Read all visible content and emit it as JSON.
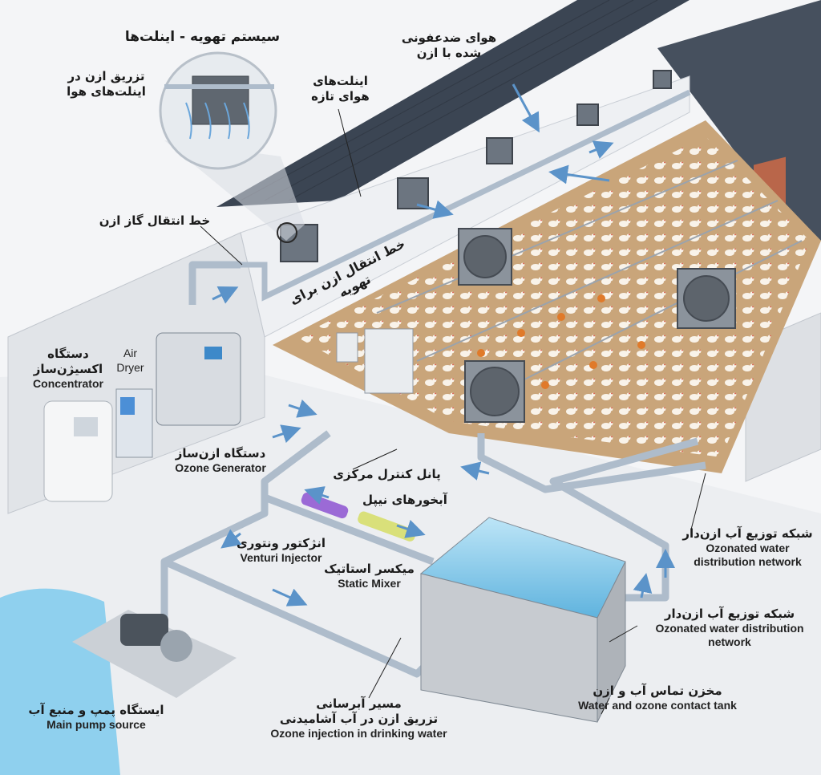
{
  "title": "سیستم تهویه - اینلت‌ها",
  "labels": {
    "inlet_ozone_injection": [
      "تزریق ازن در",
      "اینلت‌های هوا"
    ],
    "fresh_air_inlets": [
      "اینلت‌های",
      "هوای تازه"
    ],
    "disinfected_air": [
      "هوای ضدعفونی",
      "شده با ازن"
    ],
    "ozone_gas_line": "خط انتقال گاز ازن",
    "ozone_vent_line": "خط انتقال ازن برای تهویه",
    "oxygen_concentrator": {
      "fa": [
        "دستگاه",
        "اکسیژن‌ساز"
      ],
      "en": "Concentrator"
    },
    "air_dryer": {
      "en": [
        "Air",
        "Dryer"
      ]
    },
    "ozone_generator": {
      "fa": "دستگاه ازن‌ساز",
      "en": "Ozone Generator"
    },
    "control_panel": "پانل کنترل مرکزی",
    "nipple_drinkers": "آبخورهای نیپل",
    "venturi_injector": {
      "fa": "انژکتور ونتوری",
      "en": "Venturi Injector"
    },
    "static_mixer": {
      "fa": "میکسر استاتیک",
      "en": "Static Mixer"
    },
    "ozonated_network_1": {
      "fa": "شبکه توزیع آب ازن‌دار",
      "en": [
        "Ozonated water",
        "distribution network"
      ]
    },
    "ozonated_network_2": {
      "fa": "شبکه توزیع آب ازن‌دار",
      "en": [
        "Ozonated water distribution",
        "network"
      ]
    },
    "contact_tank": {
      "fa": "مخزن تماس آب و ازن",
      "en": "Water and ozone contact tank"
    },
    "pump_station": {
      "fa": "ایستگاه پمپ و منبع آب",
      "en": "Main pump source"
    },
    "water_route": {
      "fa": [
        "مسیر آبرسانی",
        "تزریق ازن در آب آشامیدنی"
      ],
      "en": "Ozone injection in drinking water"
    }
  },
  "colors": {
    "pipe": "#aebccb",
    "roof": "#3b4553",
    "litter": "#c9a57a",
    "water": "#8fd0ee",
    "arrow": "#5b93c9"
  }
}
